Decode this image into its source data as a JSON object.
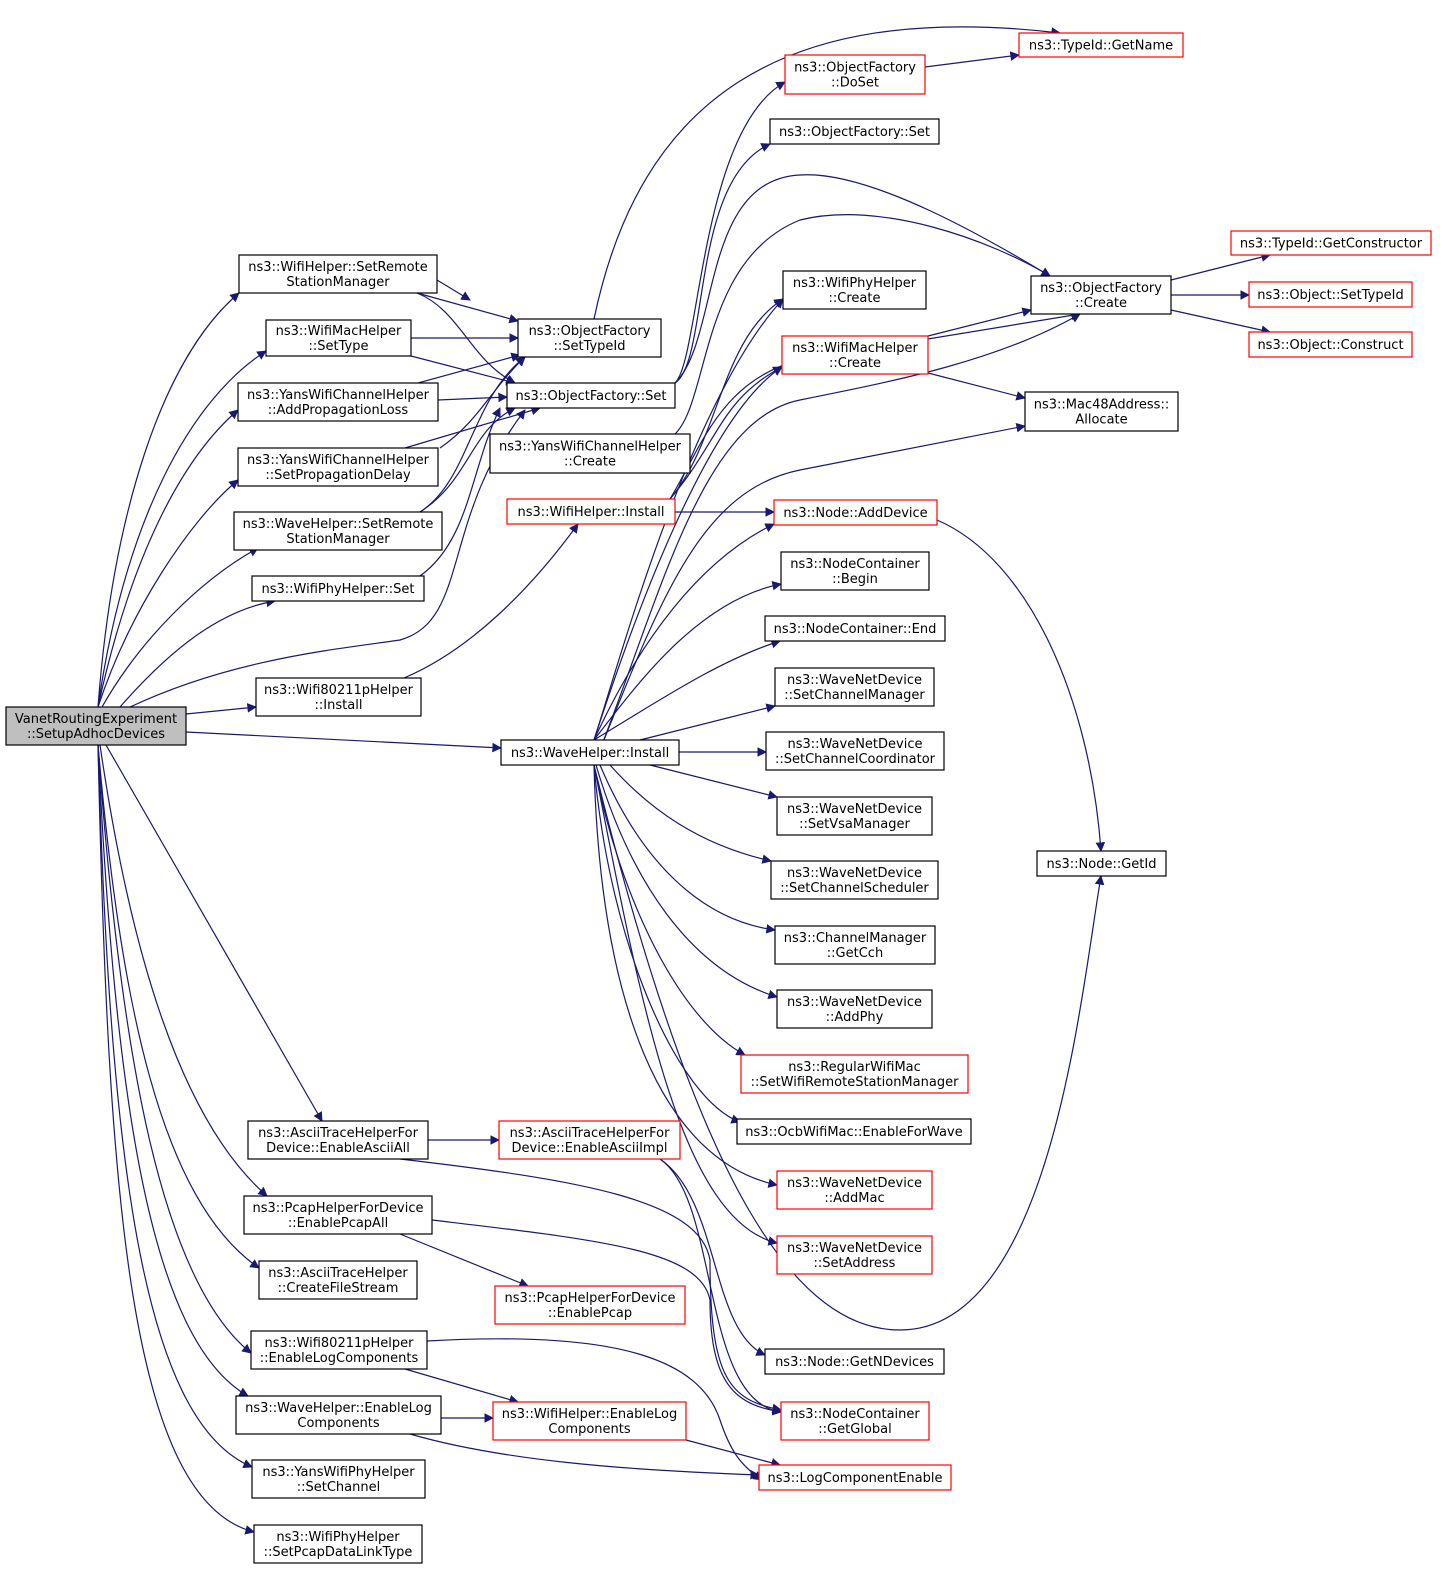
{
  "colors": {
    "edge": "#191970",
    "box_border": "#000000",
    "box_border_red": "#ff0000",
    "root_fill": "#bfbfbf",
    "box_fill": "#ffffff"
  },
  "nodes": [
    {
      "id": "root",
      "lines": [
        "VanetRoutingExperiment",
        "::SetupAdhocDevices"
      ],
      "style": "root"
    },
    {
      "id": "wh_setremote",
      "lines": [
        "ns3::WifiHelper::SetRemote",
        "StationManager"
      ],
      "style": "black"
    },
    {
      "id": "wmh_settype",
      "lines": [
        "ns3::WifiMacHelper",
        "::SetType"
      ],
      "style": "black"
    },
    {
      "id": "ywch_addprop",
      "lines": [
        "ns3::YansWifiChannelHelper",
        "::AddPropagationLoss"
      ],
      "style": "black"
    },
    {
      "id": "ywch_setprop",
      "lines": [
        "ns3::YansWifiChannelHelper",
        "::SetPropagationDelay"
      ],
      "style": "black"
    },
    {
      "id": "wave_setremote",
      "lines": [
        "ns3::WaveHelper::SetRemote",
        "StationManager"
      ],
      "style": "black"
    },
    {
      "id": "wph_set",
      "lines": [
        "ns3::WifiPhyHelper::Set"
      ],
      "style": "black"
    },
    {
      "id": "w80211p_install",
      "lines": [
        "ns3::Wifi80211pHelper",
        "::Install"
      ],
      "style": "black"
    },
    {
      "id": "ascii_enableall",
      "lines": [
        "ns3::AsciiTraceHelperFor",
        "Device::EnableAsciiAll"
      ],
      "style": "black"
    },
    {
      "id": "pcap_enableall",
      "lines": [
        "ns3::PcapHelperForDevice",
        "::EnablePcapAll"
      ],
      "style": "black"
    },
    {
      "id": "ascii_createfile",
      "lines": [
        "ns3::AsciiTraceHelper",
        "::CreateFileStream"
      ],
      "style": "black"
    },
    {
      "id": "w80211p_enablelog",
      "lines": [
        "ns3::Wifi80211pHelper",
        "::EnableLogComponents"
      ],
      "style": "black"
    },
    {
      "id": "wave_enablelog",
      "lines": [
        "ns3::WaveHelper::EnableLog",
        "Components"
      ],
      "style": "black"
    },
    {
      "id": "ywph_setchannel",
      "lines": [
        "ns3::YansWifiPhyHelper",
        "::SetChannel"
      ],
      "style": "black"
    },
    {
      "id": "wph_setpcap",
      "lines": [
        "ns3::WifiPhyHelper",
        "::SetPcapDataLinkType"
      ],
      "style": "black"
    },
    {
      "id": "of_settypeid",
      "lines": [
        "ns3::ObjectFactory",
        "::SetTypeId"
      ],
      "style": "black"
    },
    {
      "id": "of_set",
      "lines": [
        "ns3::ObjectFactory::Set"
      ],
      "style": "black"
    },
    {
      "id": "ywch_create",
      "lines": [
        "ns3::YansWifiChannelHelper",
        "::Create"
      ],
      "style": "black"
    },
    {
      "id": "wh_install",
      "lines": [
        "ns3::WifiHelper::Install"
      ],
      "style": "red"
    },
    {
      "id": "wave_install",
      "lines": [
        "ns3::WaveHelper::Install"
      ],
      "style": "black"
    },
    {
      "id": "ascii_enableimpl",
      "lines": [
        "ns3::AsciiTraceHelperFor",
        "Device::EnableAsciiImpl"
      ],
      "style": "red"
    },
    {
      "id": "pcap_enablepcap",
      "lines": [
        "ns3::PcapHelperForDevice",
        "::EnablePcap"
      ],
      "style": "red"
    },
    {
      "id": "wh_enablelog",
      "lines": [
        "ns3::WifiHelper::EnableLog",
        "Components"
      ],
      "style": "red"
    },
    {
      "id": "of_doset",
      "lines": [
        "ns3::ObjectFactory",
        "::DoSet"
      ],
      "style": "red"
    },
    {
      "id": "of_set2",
      "lines": [
        "ns3::ObjectFactory::Set"
      ],
      "style": "black"
    },
    {
      "id": "wph_create",
      "lines": [
        "ns3::WifiPhyHelper",
        "::Create"
      ],
      "style": "black"
    },
    {
      "id": "wmh_create",
      "lines": [
        "ns3::WifiMacHelper",
        "::Create"
      ],
      "style": "red"
    },
    {
      "id": "node_adddevice",
      "lines": [
        "ns3::Node::AddDevice"
      ],
      "style": "red"
    },
    {
      "id": "nc_begin",
      "lines": [
        "ns3::NodeContainer",
        "::Begin"
      ],
      "style": "black"
    },
    {
      "id": "nc_end",
      "lines": [
        "ns3::NodeContainer::End"
      ],
      "style": "black"
    },
    {
      "id": "wnd_setchmgr",
      "lines": [
        "ns3::WaveNetDevice",
        "::SetChannelManager"
      ],
      "style": "black"
    },
    {
      "id": "wnd_setchcoord",
      "lines": [
        "ns3::WaveNetDevice",
        "::SetChannelCoordinator"
      ],
      "style": "black"
    },
    {
      "id": "wnd_setvsa",
      "lines": [
        "ns3::WaveNetDevice",
        "::SetVsaManager"
      ],
      "style": "black"
    },
    {
      "id": "wnd_setchsched",
      "lines": [
        "ns3::WaveNetDevice",
        "::SetChannelScheduler"
      ],
      "style": "black"
    },
    {
      "id": "cm_getcch",
      "lines": [
        "ns3::ChannelManager",
        "::GetCch"
      ],
      "style": "black"
    },
    {
      "id": "wnd_addphy",
      "lines": [
        "ns3::WaveNetDevice",
        "::AddPhy"
      ],
      "style": "black"
    },
    {
      "id": "rwm_setwifi",
      "lines": [
        "ns3::RegularWifiMac",
        "::SetWifiRemoteStationManager"
      ],
      "style": "red"
    },
    {
      "id": "owm_enable",
      "lines": [
        "ns3::OcbWifiMac::EnableForWave"
      ],
      "style": "black"
    },
    {
      "id": "wnd_addmac",
      "lines": [
        "ns3::WaveNetDevice",
        "::AddMac"
      ],
      "style": "red"
    },
    {
      "id": "wnd_setaddr",
      "lines": [
        "ns3::WaveNetDevice",
        "::SetAddress"
      ],
      "style": "red"
    },
    {
      "id": "node_getndev",
      "lines": [
        "ns3::Node::GetNDevices"
      ],
      "style": "black"
    },
    {
      "id": "nc_getglobal",
      "lines": [
        "ns3::NodeContainer",
        "::GetGlobal"
      ],
      "style": "red"
    },
    {
      "id": "log_enable",
      "lines": [
        "ns3::LogComponentEnable"
      ],
      "style": "red"
    },
    {
      "id": "tid_getname",
      "lines": [
        "ns3::TypeId::GetName"
      ],
      "style": "red"
    },
    {
      "id": "of_create",
      "lines": [
        "ns3::ObjectFactory",
        "::Create"
      ],
      "style": "black"
    },
    {
      "id": "mac48_alloc",
      "lines": [
        "ns3::Mac48Address::",
        "Allocate"
      ],
      "style": "black"
    },
    {
      "id": "node_getid",
      "lines": [
        "ns3::Node::GetId"
      ],
      "style": "black"
    },
    {
      "id": "tid_getctor",
      "lines": [
        "ns3::TypeId::GetConstructor"
      ],
      "style": "red"
    },
    {
      "id": "obj_settypeid",
      "lines": [
        "ns3::Object::SetTypeId"
      ],
      "style": "red"
    },
    {
      "id": "obj_construct",
      "lines": [
        "ns3::Object::Construct"
      ],
      "style": "red"
    }
  ]
}
